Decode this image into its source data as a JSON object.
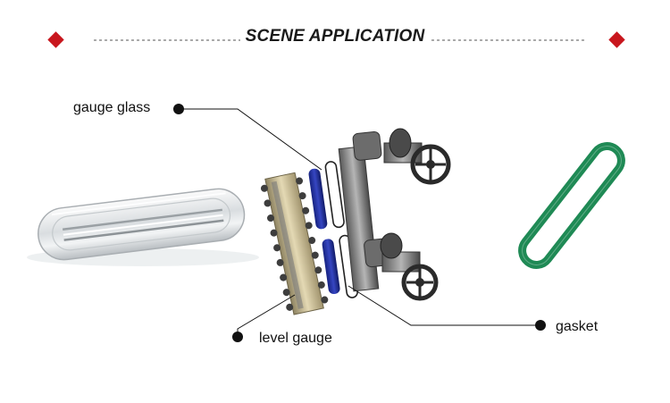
{
  "header": {
    "title": "SCENE APPLICATION",
    "accent_color": "#c8161d"
  },
  "labels": {
    "gauge_glass": "gauge glass",
    "level_gauge": "level gauge",
    "gasket": "gasket"
  },
  "colors": {
    "glass_strip": "#1f2d9e",
    "gasket_green": "#1f8a55",
    "metal": "#7a7a7a",
    "brass": "#c9b98a"
  }
}
